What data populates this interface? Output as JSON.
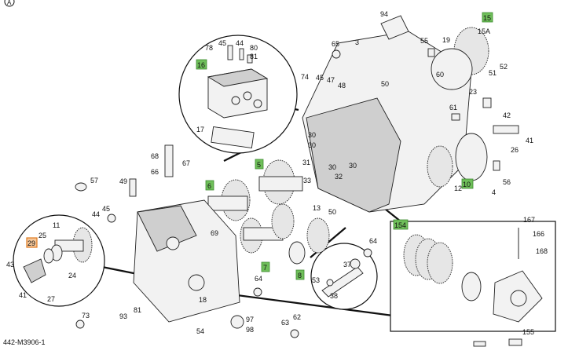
{
  "figure_id": "442-M3906-1",
  "sheet_marker": "A",
  "labels": {
    "p3": "3",
    "p4": "4",
    "p5": "5",
    "p6": "6",
    "p7": "7",
    "p8": "8",
    "p10": "10",
    "p11": "11",
    "p12": "12",
    "p13": "13",
    "p15": "15",
    "p15A": "15A",
    "p17": "17",
    "p18": "18",
    "p19": "19",
    "p23": "23",
    "p24": "24",
    "p25": "25",
    "p26": "26",
    "p27": "27",
    "p29": "29",
    "p30a": "30",
    "p30b": "30",
    "p30c": "30",
    "p30d": "30",
    "p31": "31",
    "p32": "32",
    "p33": "33",
    "p37": "37",
    "p38": "38",
    "p41a": "41",
    "p41b": "41",
    "p42": "42",
    "p43": "43",
    "p44a": "44",
    "p44b": "44",
    "p45a": "45",
    "p45b": "45",
    "p45c": "45",
    "p47": "47",
    "p48": "48",
    "p49": "49",
    "p50a": "50",
    "p50b": "50",
    "p51": "51",
    "p52": "52",
    "p53": "53",
    "p54": "54",
    "p55": "55",
    "p56": "56",
    "p57": "57",
    "p60": "60",
    "p61": "61",
    "p62": "62",
    "p63": "63",
    "p64a": "64",
    "p64b": "64",
    "p65": "65",
    "p66": "66",
    "p67": "67",
    "p68": "68",
    "p69": "69",
    "p73": "73",
    "p74": "74",
    "p78": "78",
    "p80": "80",
    "p81a": "81",
    "p81b": "81",
    "p93": "93",
    "p94": "94",
    "p97": "97",
    "p98": "98",
    "p154": "154",
    "p155": "155",
    "p166": "166",
    "p167": "167",
    "p168": "168"
  },
  "colors": {
    "callout_fill": "#6fbf5a",
    "highlight_fill": "#f5c79a",
    "highlight_border": "#e07a20",
    "line": "#111111"
  }
}
